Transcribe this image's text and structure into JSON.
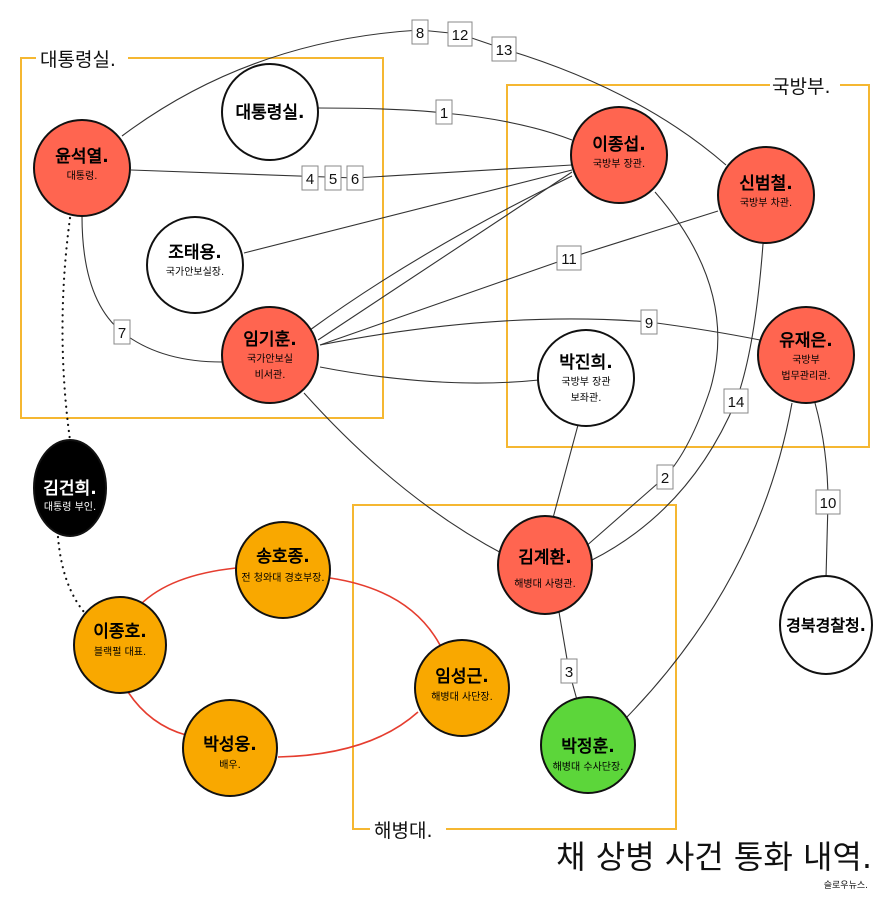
{
  "title": "채 상병 사건 통화 내역.",
  "credit": "슬로우뉴스.",
  "groups": {
    "office": "대통령실.",
    "mnd": "국방부.",
    "marine": "해병대."
  },
  "colors": {
    "red": "#ff6550",
    "orange": "#f9a800",
    "green": "#5cd63a",
    "black": "#000000",
    "white": "#ffffff",
    "box": "#f5b731",
    "loop": "#e53d2f"
  },
  "nodes": {
    "yoon": {
      "name": "윤석열.",
      "role": "대통령."
    },
    "office": {
      "name": "대통령실."
    },
    "cho": {
      "name": "조태용.",
      "role": "국가안보실장."
    },
    "lim_gh": {
      "name": "임기훈.",
      "role1": "국가안보실",
      "role2": "비서관."
    },
    "lee_js": {
      "name": "이종섭.",
      "role": "국방부 장관."
    },
    "shin": {
      "name": "신범철.",
      "role": "국방부 차관."
    },
    "yoo": {
      "name": "유재은.",
      "role1": "국방부",
      "role2": "법무관리관."
    },
    "park_jh": {
      "name": "박진희.",
      "role1": "국방부 장관",
      "role2": "보좌관."
    },
    "kim_gh": {
      "name": "김건희.",
      "role": "대통령 부인."
    },
    "song": {
      "name": "송호종.",
      "role": "전 청와대 경호부장."
    },
    "lee_jh": {
      "name": "이종호.",
      "role": "블랙펄 대표."
    },
    "park_sw": {
      "name": "박성웅.",
      "role": "배우."
    },
    "lim_sg": {
      "name": "임성근.",
      "role": "해병대 사단장."
    },
    "kim_gyh": {
      "name": "김계환.",
      "role": "해병대 사령관."
    },
    "park_jhun": {
      "name": "박정훈.",
      "role": "해병대 수사단장."
    },
    "police": {
      "name": "경북경찰청."
    }
  },
  "call_labels": [
    "1",
    "2",
    "3",
    "4",
    "5",
    "6",
    "7",
    "8",
    "9",
    "10",
    "11",
    "12",
    "13",
    "14"
  ]
}
